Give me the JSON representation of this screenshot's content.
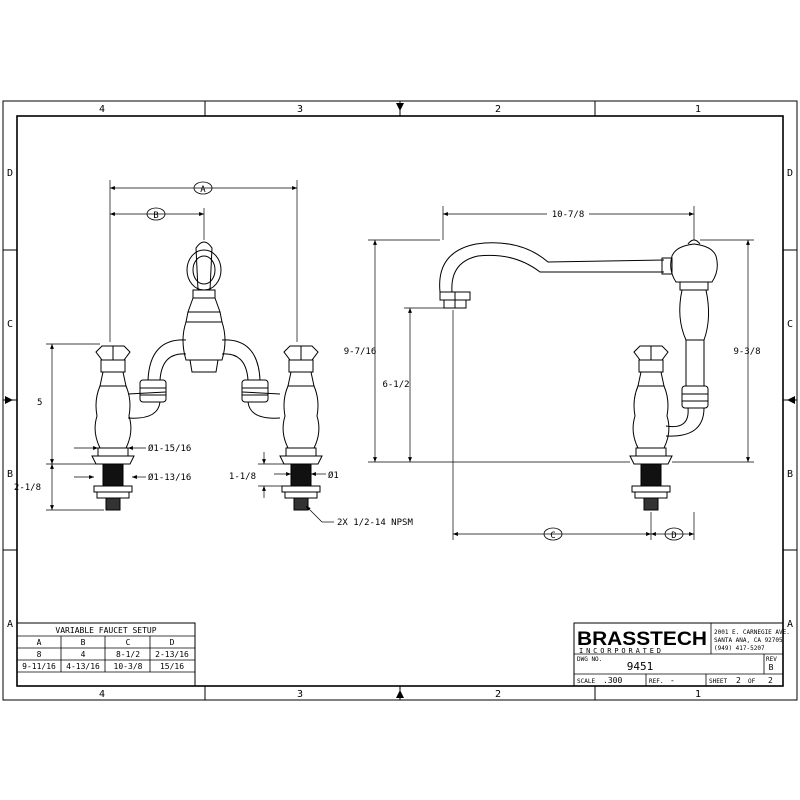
{
  "border": {
    "columns": [
      "4",
      "3",
      "2",
      "1"
    ],
    "rows": [
      "D",
      "C",
      "B",
      "A"
    ]
  },
  "front_view": {
    "dim_a": "A",
    "dim_b": "B",
    "dim_height": "5",
    "dim_shank": "2-1/8",
    "dim_dia_body": "Ø1-15/16",
    "dim_dia_flange": "Ø1-13/16",
    "dim_shank_len": "1-1/8",
    "dim_dia_shank": "Ø1",
    "thread_note": "2X 1/2-14 NPSM"
  },
  "side_view": {
    "dim_reach": "10-7/8",
    "dim_spout_height": "9-7/16",
    "dim_spout_outlet": "6-1/2",
    "dim_overall_height": "9-3/8",
    "dim_c": "C",
    "dim_d": "D"
  },
  "setup_table": {
    "title": "VARIABLE FAUCET SETUP",
    "headers": [
      "A",
      "B",
      "C",
      "D"
    ],
    "rows": [
      [
        "8",
        "4",
        "8-1/2",
        "2-13/16"
      ],
      [
        "9-11/16",
        "4-13/16",
        "10-3/8",
        "15/16"
      ]
    ]
  },
  "title_block": {
    "company": "BRASSTECH",
    "company_sub": "INCORPORATED",
    "address_1": "2001 E. CARNEGIE AVE.",
    "address_2": "SANTA ANA, CA 92705",
    "phone": "(949) 417-5207",
    "dwg_label": "DWG NO.",
    "dwg_no": "9451",
    "rev_label": "REV",
    "rev": "B",
    "scale_label": "SCALE",
    "scale": ".300",
    "ref_label": "REF.",
    "ref": "-",
    "sheet_label": "SHEET",
    "sheet": "2",
    "of_label": "OF",
    "sheet_total": "2"
  }
}
